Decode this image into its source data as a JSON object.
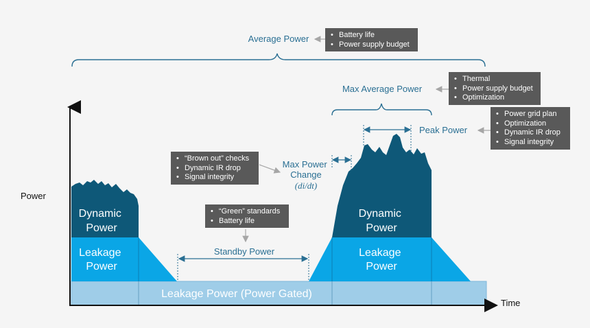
{
  "colors": {
    "dynamic": "#0e5878",
    "leakage": "#0aa6e6",
    "gated": "#9fcde8",
    "label_blue": "#2a6f93",
    "note_bg": "#595959"
  },
  "axes": {
    "y_label": "Power",
    "x_label": "Time"
  },
  "blocks": {
    "dynamic_1": "Dynamic\nPower",
    "leakage_1": "Leakage\nPower",
    "dynamic_2": "Dynamic\nPower",
    "leakage_2": "Leakage\nPower",
    "gated": "Leakage Power (Power Gated)"
  },
  "labels": {
    "average_power": "Average Power",
    "max_average_power": "Max Average Power",
    "peak_power": "Peak Power",
    "max_power_change": "Max Power\nChange",
    "max_power_change_formula": "(di/dt)",
    "standby_power": "Standby Power"
  },
  "notes": {
    "average_power": [
      "Battery life",
      "Power supply budget"
    ],
    "max_average_power": [
      "Thermal",
      "Power supply budget",
      "Optimization"
    ],
    "peak_power": [
      "Power grid plan",
      "Optimization",
      "Dynamic IR drop",
      "Signal integrity"
    ],
    "max_power_change": [
      "“Brown out” checks",
      "Dynamic IR drop",
      "Signal integrity"
    ],
    "standby_power": [
      "“Green” standards",
      "Battery life"
    ]
  }
}
